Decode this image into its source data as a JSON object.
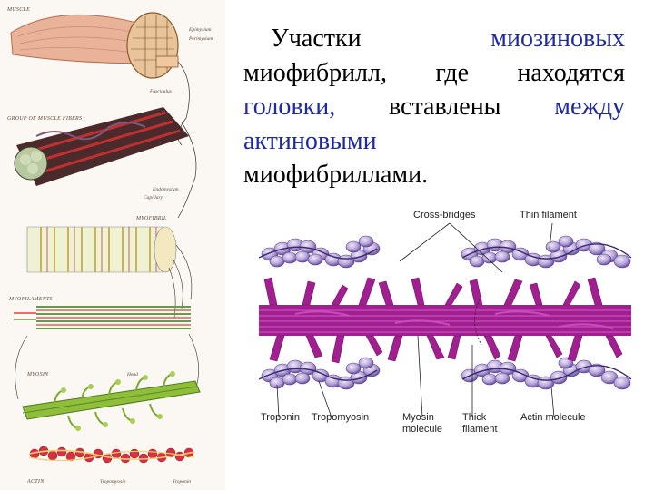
{
  "title": {
    "w1": "Участки",
    "w2": "миозиновых",
    "line2": "миофибрилл, где находятся",
    "line3a": "головки,",
    "line3b": "вставлены",
    "line3c": "между",
    "line4": "актиновыми",
    "line5": "миофибриллами."
  },
  "left_labels": {
    "muscle": "MUSCLE",
    "epimysium": "Epimysium",
    "perimysium": "Perimysium",
    "fasciculus": "Fasciculus",
    "group": "GROUP OF MUSCLE FIBERS",
    "endomysium": "Endomysium",
    "capillary": "Capillary",
    "myofibril": "MYOFIBRIL",
    "myofilaments": "MYOFILAMENTS",
    "myosin": "MYOSIN",
    "head": "Head",
    "actin": "ACTIN",
    "tropomyosin": "Tropomyosin",
    "troponin": "Troponin"
  },
  "diagram_labels": {
    "cross_bridges": "Cross-bridges",
    "thin_filament": "Thin filament",
    "troponin": "Troponin",
    "tropomyosin": "Tropomyosin",
    "myosin_molecule": "Myosin molecule",
    "thick_filament": "Thick filament",
    "actin_molecule": "Actin molecule"
  },
  "colors": {
    "myosin": "#a0208f",
    "myosin_light": "#c94cbf",
    "actin": "#9b88c8",
    "actin_dark": "#6a4fa0",
    "title_blue": "#1f2a9e"
  }
}
